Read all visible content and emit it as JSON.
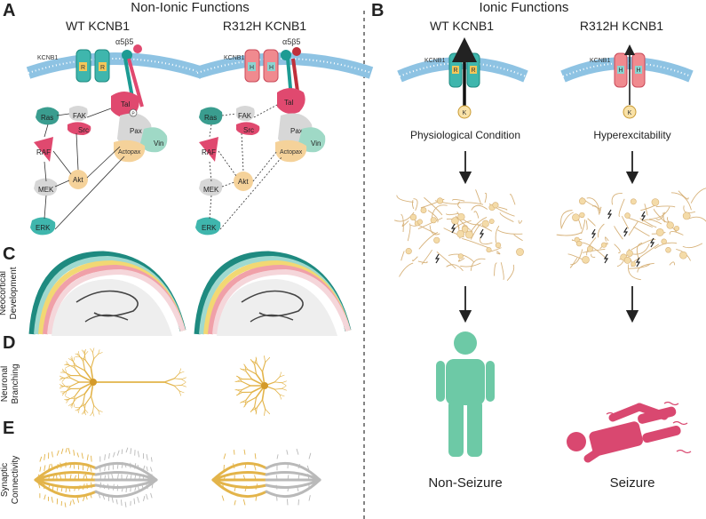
{
  "panels": {
    "A": {
      "letter": "A",
      "title": "Non-Ionic Functions",
      "wt_label": "WT KCNB1",
      "mut_label": "R312H KCNB1",
      "channel_label": "KCNB1",
      "integrin_label": "α5β5",
      "wt_residue": "R",
      "mut_residue": "H",
      "phospho": "P",
      "nodes": {
        "ras": "Ras",
        "fak": "FAK",
        "src": "Src",
        "talin": "Tal",
        "pax": "Pax",
        "vin": "Vin",
        "actopax": "Actopax",
        "raf": "RAF",
        "mek": "MEK",
        "akt": "Akt",
        "erk": "ERK"
      }
    },
    "B": {
      "letter": "B",
      "title": "Ionic Functions",
      "wt_label": "WT KCNB1",
      "mut_label": "R312H KCNB1",
      "ion": "K",
      "wt_condition": "Physiological Condition",
      "mut_condition": "Hyperexcitability",
      "wt_outcome": "Non-Seizure",
      "mut_outcome": "Seizure"
    },
    "C": {
      "letter": "C",
      "side_label_1": "Neocortical",
      "side_label_2": "Development"
    },
    "D": {
      "letter": "D",
      "side_label_1": "Neuronal",
      "side_label_2": "Branching"
    },
    "E": {
      "letter": "E",
      "side_label_1": "Synaptic",
      "side_label_2": "Connectivity"
    }
  },
  "colors": {
    "teal": "#3fb6ad",
    "green_person": "#6dc9a6",
    "pink": "#e0496f",
    "salmon": "#f08a8f",
    "gold": "#e3b44a",
    "cortex_dark": "#1e8a80",
    "membrane_blue": "#8ec3e3"
  },
  "icons": {
    "person_standing": "person-standing-icon",
    "person_lying": "person-lying-icon",
    "down_arrow": "down-arrow-icon",
    "lightning": "lightning-icon"
  }
}
